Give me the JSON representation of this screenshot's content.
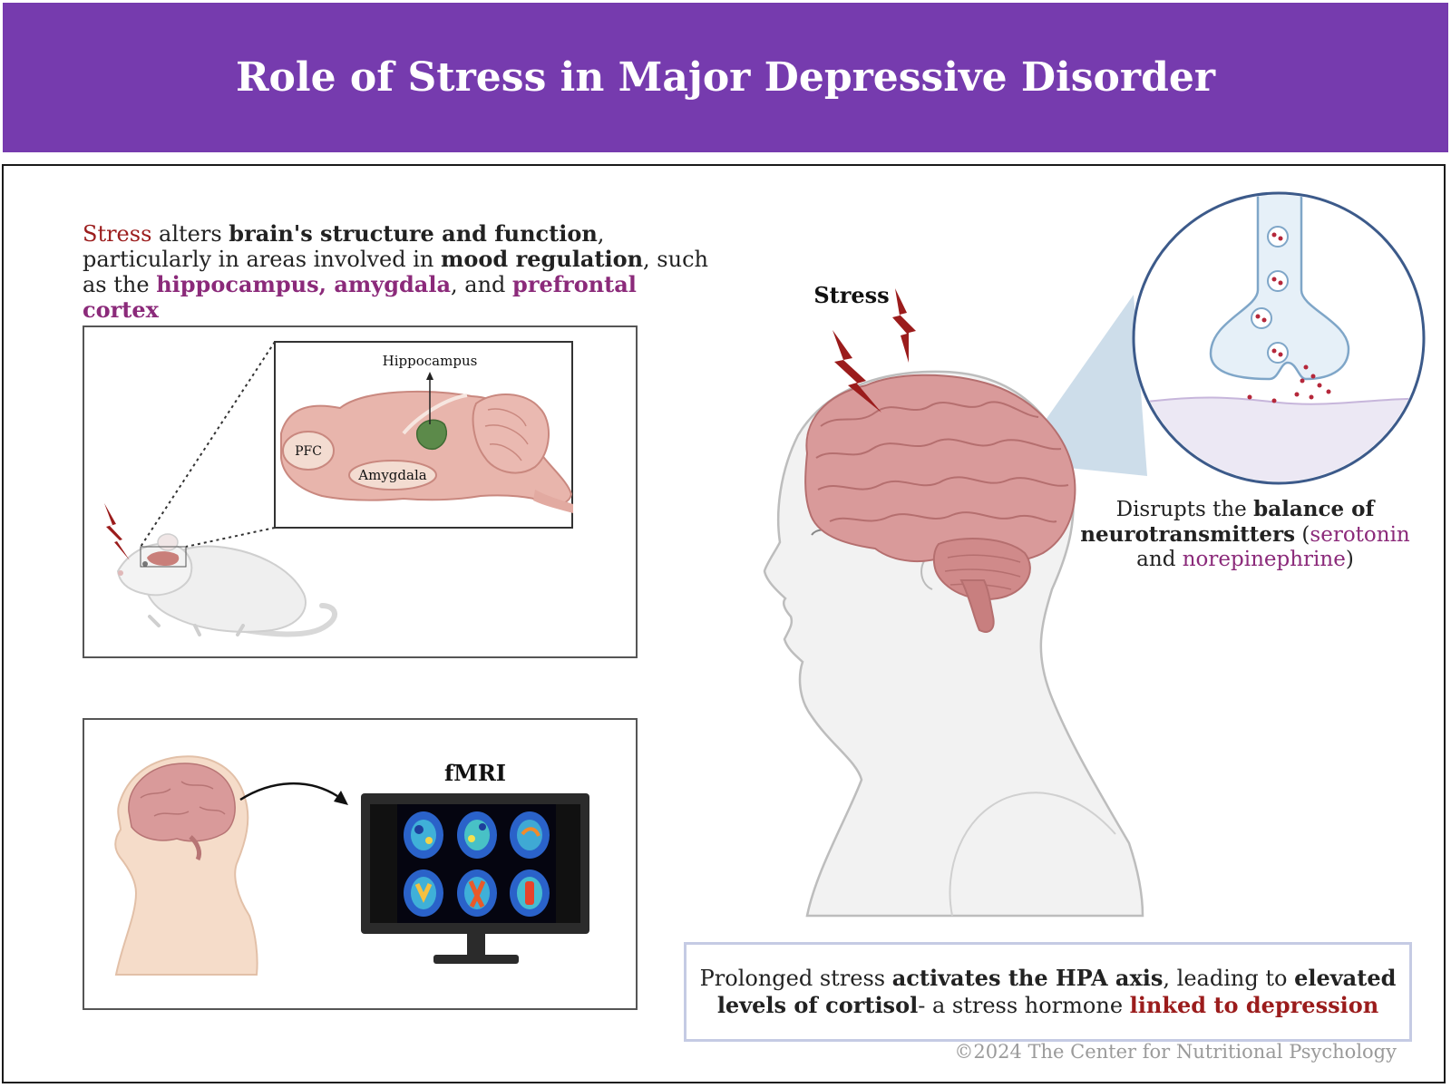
{
  "header": {
    "title": "Role of Stress in Major Depressive Disorder",
    "background": "#763bae"
  },
  "intro": {
    "stress": "Stress",
    "t1": " alters ",
    "b1": "brain's structure and function",
    "t2": ", particularly in areas involved in ",
    "b2": "mood regulation",
    "t3": ", such as the ",
    "regions1": "hippocampus, amygdala",
    "t4": ", and ",
    "regions2": "prefrontal cortex"
  },
  "mouse_panel": {
    "hippocampus": "Hippocampus",
    "pfc": "PFC",
    "amygdala": "Amygdala"
  },
  "fmri_panel": {
    "label": "fMRI"
  },
  "head": {
    "stress_label": "Stress"
  },
  "neuro_caption": {
    "t1": "Disrupts the ",
    "b1": "balance of neurotransmitters",
    "t2": " (",
    "serotonin": "serotonin",
    "t3": " and ",
    "norepinephrine": "norepinephrine",
    "t4": ")"
  },
  "hpa": {
    "t1": "Prolonged stress ",
    "b1": "activates the HPA axis",
    "t2": ", leading to ",
    "b2": "elevated levels of cortisol",
    "t3": "- a stress hormone ",
    "red": "linked to depression"
  },
  "copyright": "©2024 The Center for Nutritional Psychology",
  "colors": {
    "accent_red": "#9b1c1c",
    "accent_purple": "#8b2a7a",
    "brain_pink": "#d99a9a",
    "hippocampus_green": "#5c8a4a"
  }
}
